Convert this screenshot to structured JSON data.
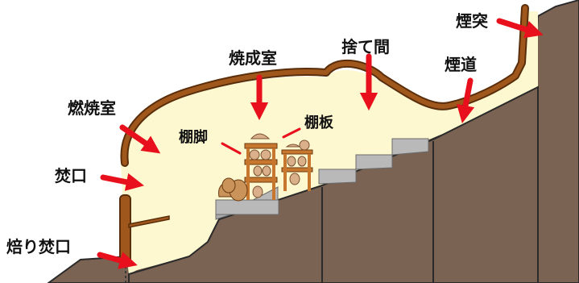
{
  "labels": {
    "chimney": "煙突",
    "flue": "煙道",
    "discarded_space": "捨て間",
    "firing_chamber": "焼成室",
    "shelf_board": "棚板",
    "shelf_leg": "棚脚",
    "combustion_chamber": "燃焼室",
    "fire_mouth": "焚口",
    "roasting_fire_mouth": "焙り焚口"
  },
  "colors": {
    "ground": "#7a6352",
    "ground_line": "#2a2a2a",
    "interior": "#fdf8cf",
    "wall": "#a0571c",
    "wall_edge": "#5a2e0a",
    "step": "#b9b9b9",
    "step_edge": "#6a6a6a",
    "arrow": "#e8101c",
    "pottery": "#c9935a",
    "shelf": "#c8782e"
  }
}
